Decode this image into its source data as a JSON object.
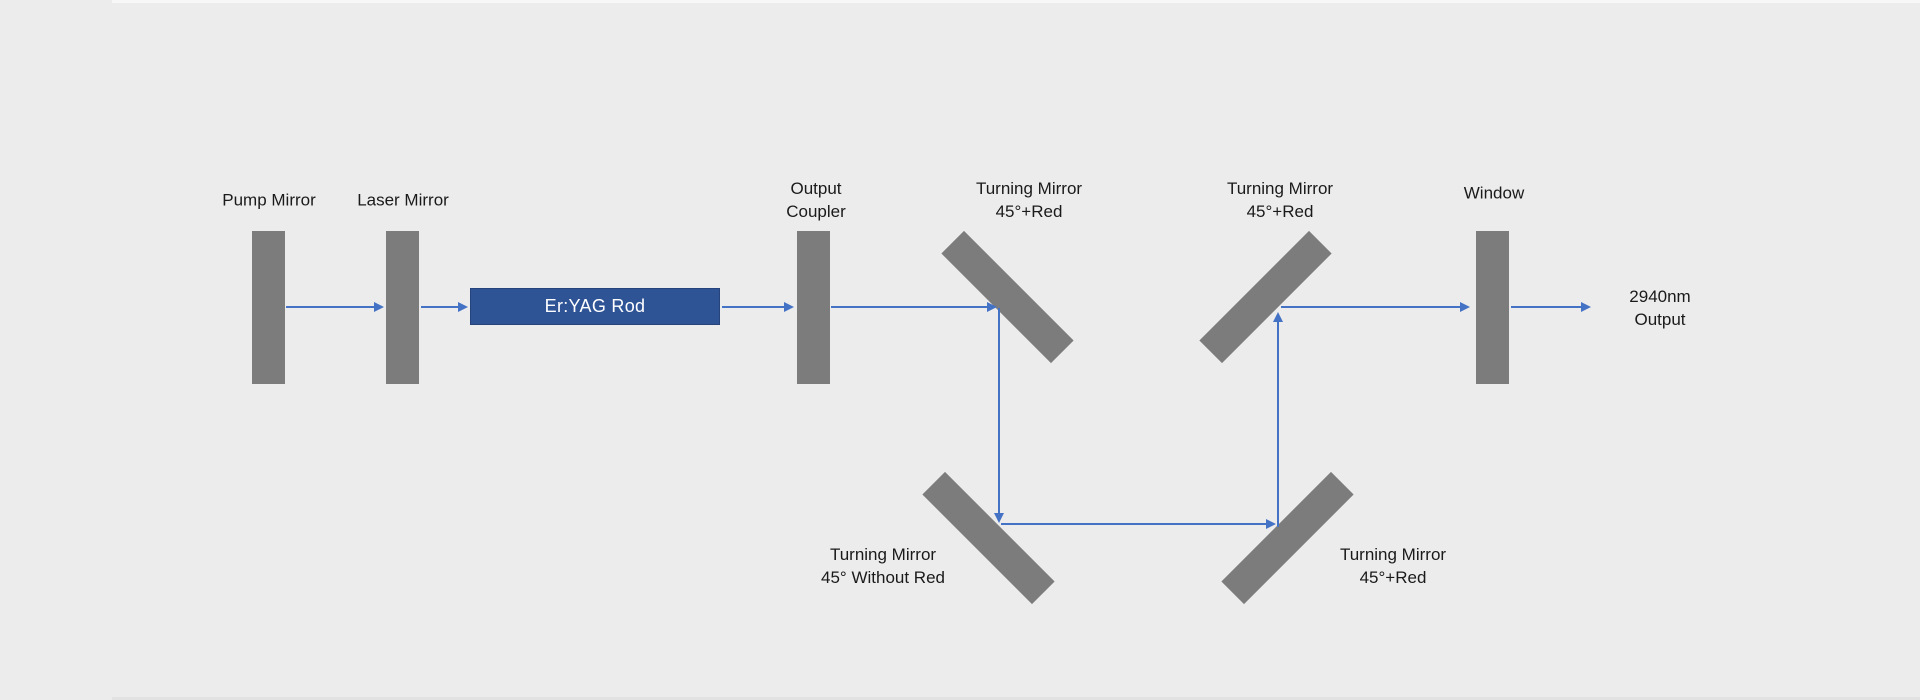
{
  "diagram": {
    "type": "optical-layout",
    "colors": {
      "background": "#ECECEC",
      "mirror": "#7C7C7C",
      "rod_fill": "#2F5496",
      "rod_text": "#FFFFFF",
      "beam": "#4472C4",
      "label_text": "#1A1A1A"
    },
    "labels": {
      "pump_mirror": "Pump Mirror",
      "laser_mirror": "Laser Mirror",
      "rod": "Er:YAG Rod",
      "output_coupler": "Output\nCoupler",
      "turning_mirror_top_left": "Turning Mirror\n45°+Red",
      "turning_mirror_top_right": "Turning Mirror\n45°+Red",
      "window": "Window",
      "turning_mirror_bottom_left": "Turning Mirror\n45° Without Red",
      "turning_mirror_bottom_right": "Turning Mirror\n45°+Red",
      "output": "2940nm\nOutput"
    }
  }
}
